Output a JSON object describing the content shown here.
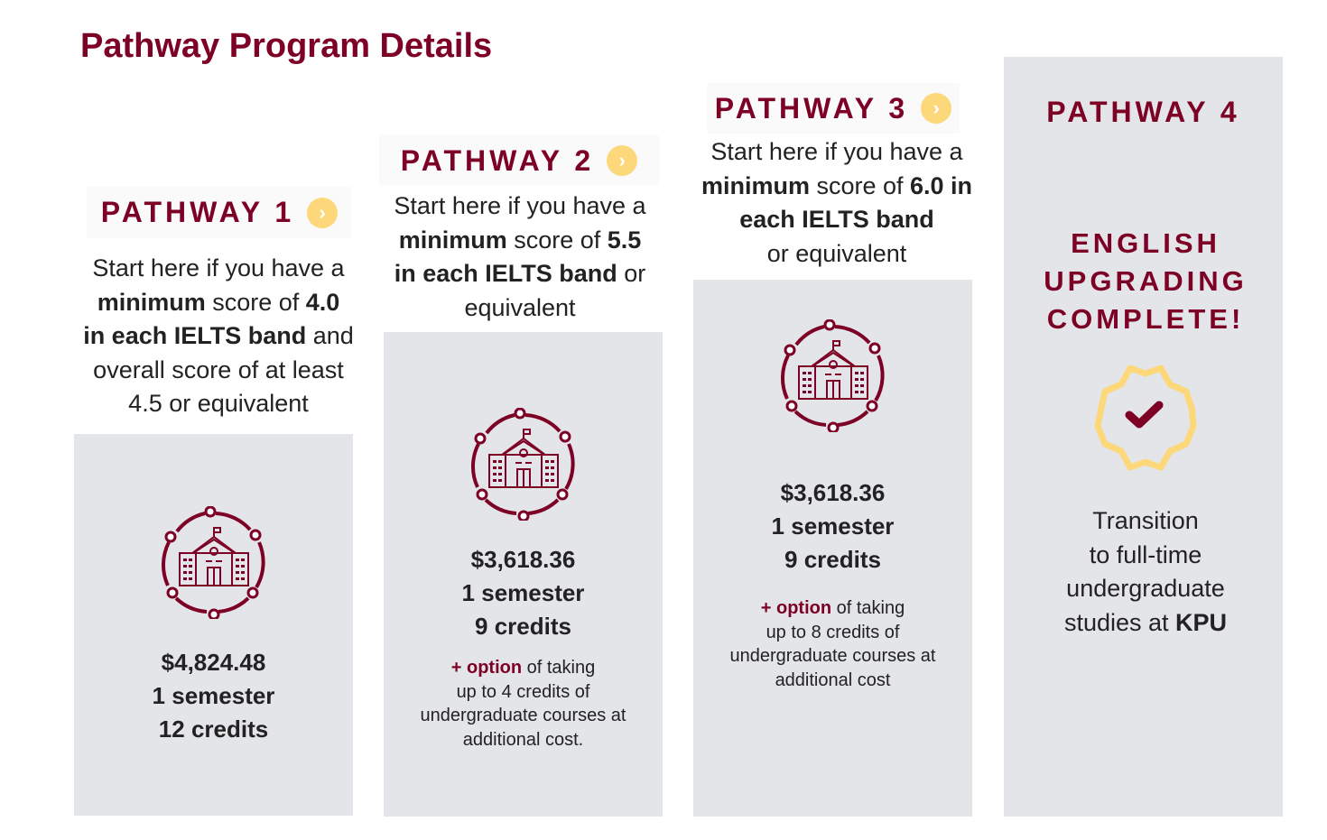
{
  "title": "Pathway Program Details",
  "colors": {
    "brand": "#7d0025",
    "accent": "#fdd87a",
    "panel": "#e4e5e9"
  },
  "pathways": [
    {
      "label": "PATHWAY 1",
      "desc": [
        "Start here if you have a",
        "minimum",
        " score of ",
        "4.0",
        "in each IELTS band",
        " and",
        "overall score of at least",
        "4.5 or equivalent"
      ],
      "price": "$4,824.48",
      "semesters": "1 semester",
      "credits": "12 credits"
    },
    {
      "label": "PATHWAY 2",
      "desc": [
        "Start here if you have a",
        "minimum",
        " score of ",
        "5.5",
        "in each IELTS band",
        " or",
        "equivalent"
      ],
      "price": "$3,618.36",
      "semesters": "1 semester",
      "credits": "9 credits",
      "option": [
        "+ option",
        " of taking",
        "up to 4 credits of",
        "undergraduate courses at",
        "additional cost."
      ]
    },
    {
      "label": "PATHWAY 3",
      "desc": [
        "Start here if you have a",
        "minimum",
        " score of ",
        "6.0 in",
        "each IELTS band",
        "or equivalent"
      ],
      "price": "$3,618.36",
      "semesters": "1 semester",
      "credits": "9 credits",
      "option": [
        "+ option",
        " of taking",
        "up to 8 credits of",
        "undergraduate courses at",
        "additional cost"
      ]
    },
    {
      "label": "PATHWAY 4",
      "headline": [
        "ENGLISH",
        "UPGRADING",
        "COMPLETE!"
      ],
      "transition": [
        "Transition",
        "to full-time",
        "undergraduate",
        "studies at ",
        "KPU"
      ]
    }
  ]
}
